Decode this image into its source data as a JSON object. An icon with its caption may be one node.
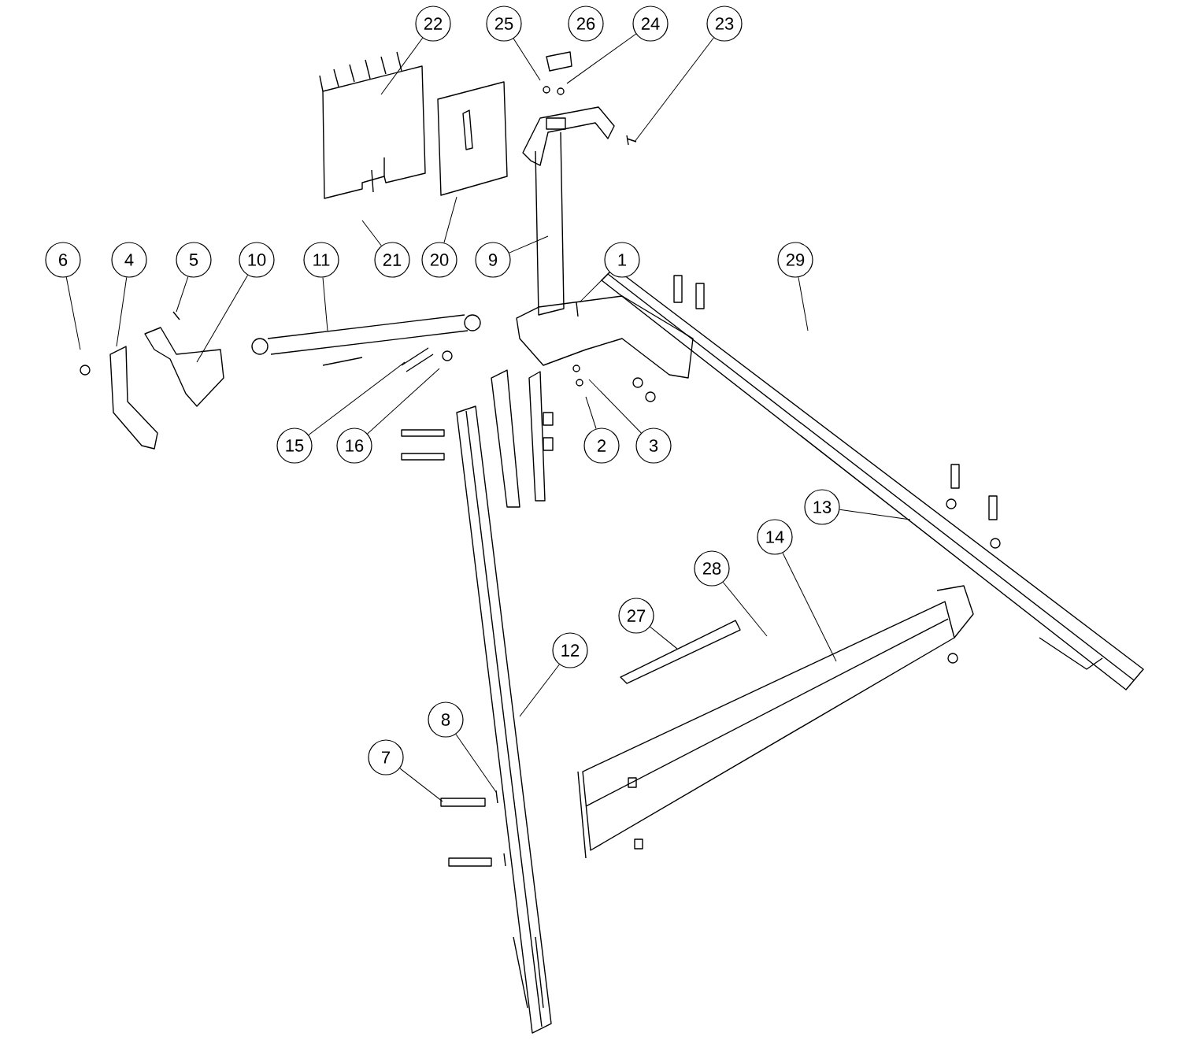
{
  "diagram": {
    "nodes": [
      {
        "text": [
          "22"
        ]
      },
      {
        "text": [
          "25"
        ]
      },
      {
        "text": [
          "26"
        ]
      },
      {
        "text": [
          "24"
        ]
      },
      {
        "text": [
          "23"
        ]
      },
      {
        "text": [
          "6"
        ]
      },
      {
        "text": [
          "4"
        ]
      },
      {
        "text": [
          "5"
        ]
      },
      {
        "text": [
          "10"
        ]
      },
      {
        "text": [
          "11"
        ]
      },
      {
        "text": [
          "21"
        ]
      },
      {
        "text": [
          "20"
        ]
      },
      {
        "text": [
          "9"
        ]
      },
      {
        "text": [
          "1"
        ]
      },
      {
        "text": [
          "29"
        ]
      },
      {
        "text": [
          "15"
        ]
      },
      {
        "text": [
          "16"
        ]
      },
      {
        "text": [
          "2"
        ]
      },
      {
        "text": [
          "3"
        ]
      },
      {
        "text": [
          "13"
        ]
      },
      {
        "text": [
          "14"
        ]
      },
      {
        "text": [
          "28"
        ]
      },
      {
        "text": [
          "27"
        ]
      },
      {
        "text": [
          "12"
        ]
      },
      {
        "text": [
          "8"
        ]
      },
      {
        "text": [
          "7"
        ]
      }
    ],
    "edges": [
      {
        "from": 0,
        "to": null,
        "arrow": "none"
      },
      {
        "from": 1,
        "to": null,
        "arrow": "none"
      },
      {
        "from": 3,
        "to": null,
        "arrow": "none"
      },
      {
        "from": 4,
        "to": null,
        "arrow": "none"
      },
      {
        "from": 5,
        "to": null,
        "arrow": "none"
      },
      {
        "from": 6,
        "to": null,
        "arrow": "none"
      },
      {
        "from": 7,
        "to": null,
        "arrow": "none"
      },
      {
        "from": 8,
        "to": null,
        "arrow": "none"
      },
      {
        "from": 9,
        "to": null,
        "arrow": "none"
      },
      {
        "from": 10,
        "to": null,
        "arrow": "none"
      },
      {
        "from": 11,
        "to": null,
        "arrow": "none"
      },
      {
        "from": 12,
        "to": null,
        "arrow": "none"
      },
      {
        "from": 13,
        "to": null,
        "arrow": "none"
      },
      {
        "from": 14,
        "to": null,
        "arrow": "none"
      },
      {
        "from": 15,
        "to": null,
        "arrow": "none"
      },
      {
        "from": 16,
        "to": null,
        "arrow": "none"
      },
      {
        "from": 17,
        "to": null,
        "arrow": "none"
      },
      {
        "from": 18,
        "to": null,
        "arrow": "none"
      },
      {
        "from": 19,
        "to": null,
        "arrow": "none"
      },
      {
        "from": 20,
        "to": null,
        "arrow": "none"
      },
      {
        "from": 21,
        "to": null,
        "arrow": "none"
      },
      {
        "from": 22,
        "to": null,
        "arrow": "none"
      },
      {
        "from": 23,
        "to": null,
        "arrow": "none"
      },
      {
        "from": 24,
        "to": null,
        "arrow": "none"
      },
      {
        "from": 25,
        "to": null,
        "arrow": "none"
      }
    ]
  }
}
